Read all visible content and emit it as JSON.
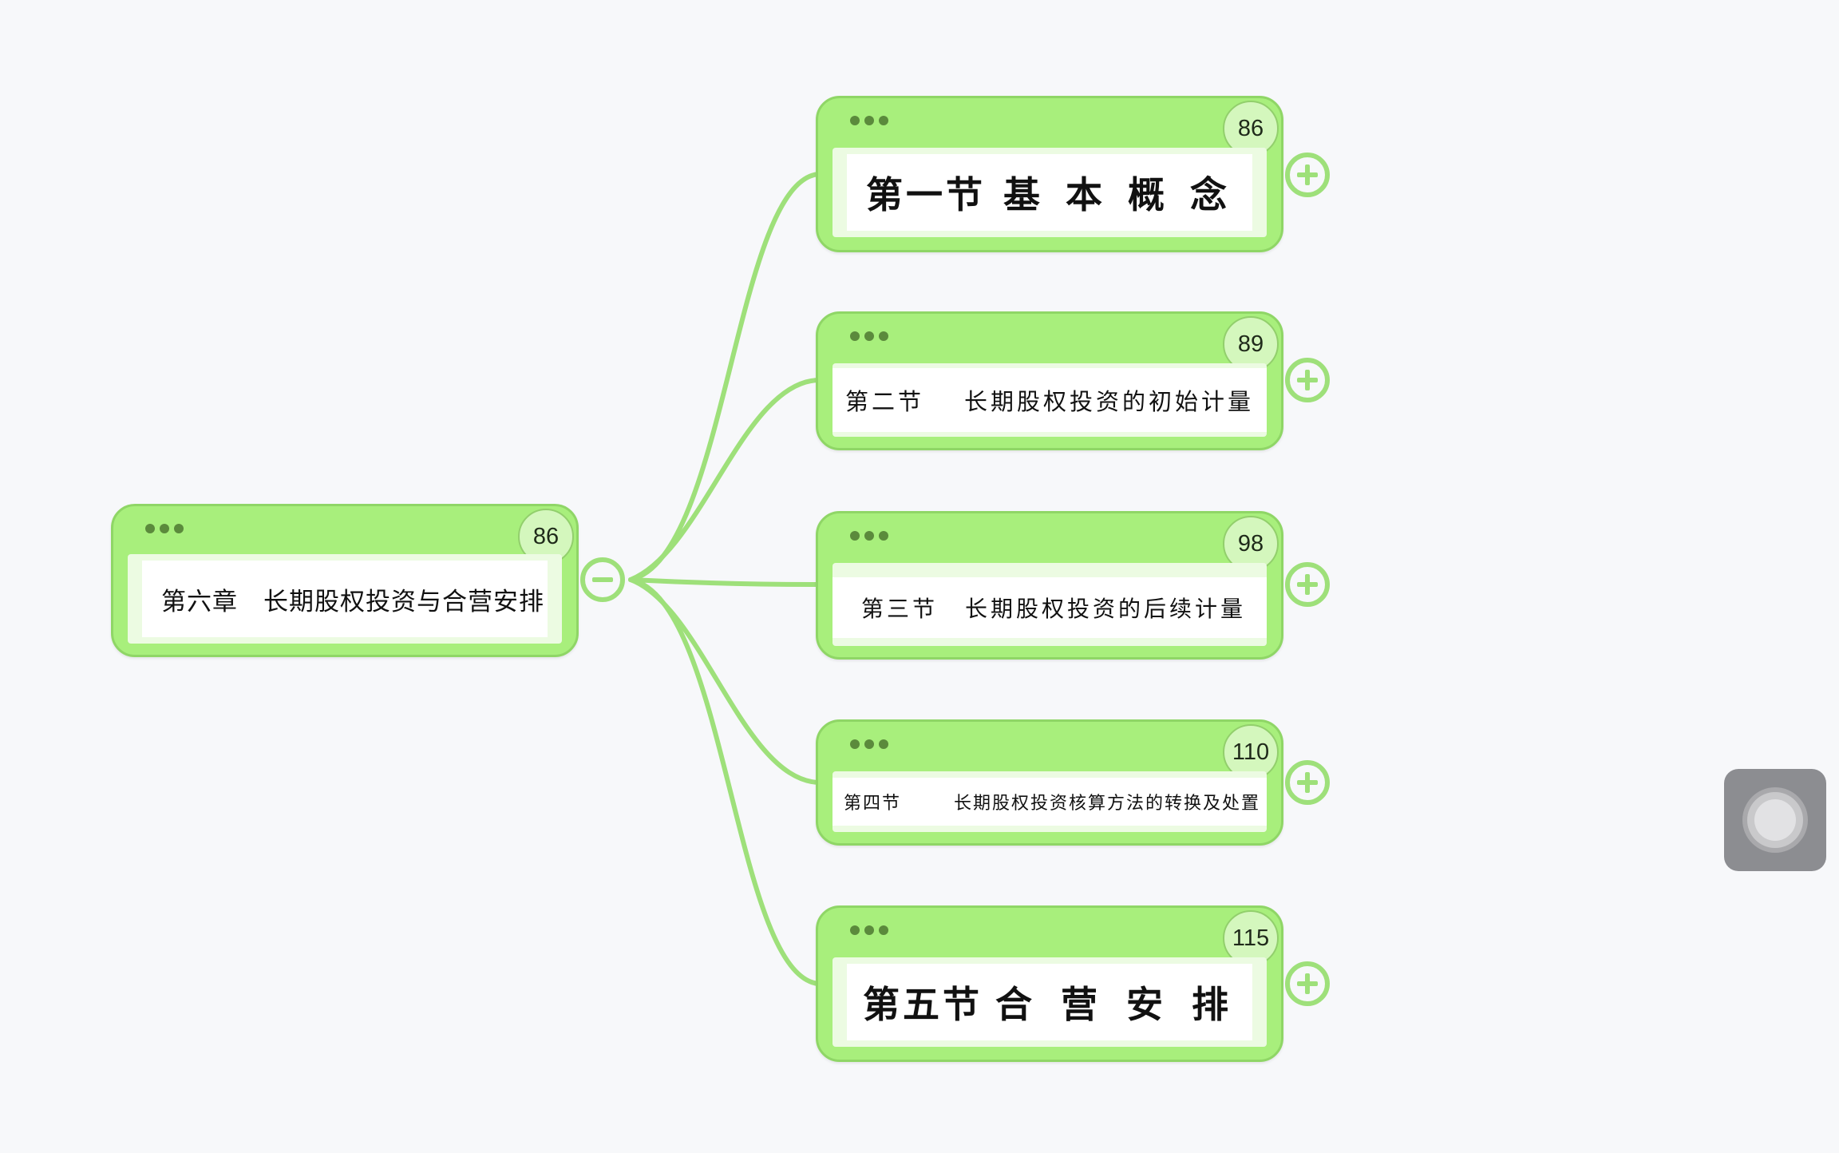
{
  "mindmap": {
    "root": {
      "title": "第六章　长期股权投资与合营安排",
      "page": "86",
      "toggle": "collapse"
    },
    "children": [
      {
        "prefix": "第一节",
        "title": "基 本 概 念",
        "page": "86",
        "toggle": "expand"
      },
      {
        "prefix": "第二节",
        "title": "长期股权投资的初始计量",
        "page": "89",
        "toggle": "expand"
      },
      {
        "prefix": "第三节",
        "title": "长期股权投资的后续计量",
        "page": "98",
        "toggle": "expand"
      },
      {
        "prefix": "第四节",
        "title": "长期股权投资核算方法的转换及处置",
        "page": "110",
        "toggle": "expand"
      },
      {
        "prefix": "第五节",
        "title": "合 营 安 排",
        "page": "115",
        "toggle": "expand"
      }
    ]
  },
  "colors": {
    "node_fill": "#a8ef7c",
    "node_border": "#8fd666",
    "connector": "#9ee07a",
    "background": "#f7f8fa"
  },
  "icons": {
    "node_menu": "more-dots-icon",
    "collapse": "minus-circle-icon",
    "expand": "plus-circle-icon",
    "assistive": "assistive-touch-icon"
  }
}
